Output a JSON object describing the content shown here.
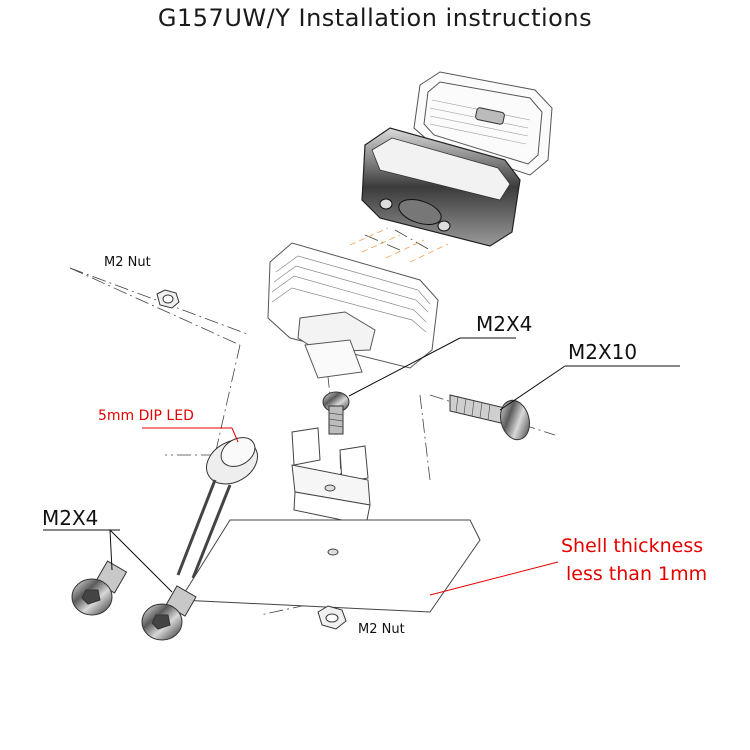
{
  "title": "G157UW/Y Installation instructions",
  "labels": {
    "m2_nut_top": "M2 Nut",
    "m2x4_center": "M2X4",
    "m2x10": "M2X10",
    "dip_led": "5mm DIP LED",
    "m2x4_left": "M2X4",
    "shell_line1": "Shell thickness",
    "shell_line2": "less than 1mm",
    "m2_nut_bottom": "M2 Nut"
  },
  "colors": {
    "callout_red": "#e60000",
    "ink": "#1a1a1a"
  }
}
